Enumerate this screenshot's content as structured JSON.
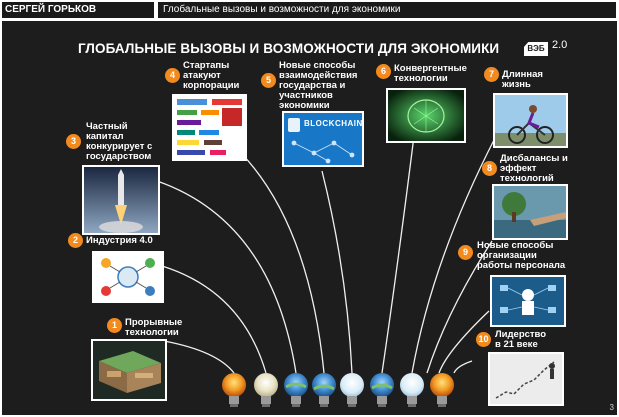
{
  "header": {
    "author": "СЕРГЕЙ ГОРЬКОВ",
    "topic": "Глобальные вызовы и возможности для экономики"
  },
  "slide": {
    "title": "ГЛОБАЛЬНЫЕ ВЫЗОВЫ И ВОЗМОЖНОСТИ ДЛЯ ЭКОНОМИКИ",
    "logo_text": "ВЭБ",
    "logo_version": "2.0",
    "page_number": "3",
    "blockchain_caption": "BLOCKCHAIN",
    "items": [
      {
        "number": "1",
        "label": "Прорывные\nтехнологии"
      },
      {
        "number": "2",
        "label": "Индустрия 4.0"
      },
      {
        "number": "3",
        "label": "Частный\nкапитал\nконкурирует с\nгосударством"
      },
      {
        "number": "4",
        "label": "Стартапы\nатакуют\nкорпорации"
      },
      {
        "number": "5",
        "label": "Новые способы\nвзаимодействия\nгосударства и\nучастников\nэкономики"
      },
      {
        "number": "6",
        "label": "Конвергентные\nтехнологии"
      },
      {
        "number": "7",
        "label": "Длинная\nжизнь"
      },
      {
        "number": "8",
        "label": "Дисбалансы и\nэффект\nтехнологий"
      },
      {
        "number": "9",
        "label": "Новые способы\nорганизации\nработы персонала"
      },
      {
        "number": "10",
        "label": "Лидерство\nв 21 веке"
      }
    ]
  },
  "colors": {
    "board_background": "#1d1d1d",
    "badge_orange": "#f28a1e",
    "header_bar": "#1a1a1a",
    "wire": "#f0f0f0"
  },
  "icons": {
    "bulbs": [
      "fire-bulb-icon",
      "idea-bulb-icon",
      "globe-bulb-icon",
      "globe-bulb-icon",
      "light-bulb-icon",
      "globe-bulb-icon",
      "light-bulb-icon",
      "fire-bulb-icon"
    ]
  }
}
